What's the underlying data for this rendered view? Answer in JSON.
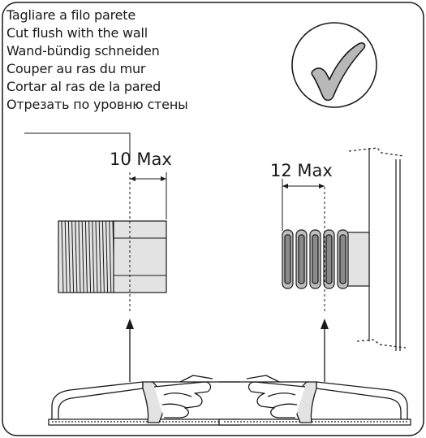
{
  "instructions": [
    "Tagliare a filo parete",
    "Cut flush with the wall",
    "Wand-bündig schneiden",
    "Couper au ras du mur",
    "Cortar al ras de la pared",
    "Отрезать по уровню стены"
  ],
  "left_detail": {
    "dimension_label": "10 Max"
  },
  "right_detail": {
    "dimension_label": "12 Max"
  },
  "icons": {
    "approval": "check-mark-icon",
    "tool": "hacksaw-icon"
  },
  "colors": {
    "line": "#1a1a1a",
    "fill_light": "#e3e3e3",
    "fill_mid": "#bdbdbd",
    "fill_dark": "#8a8a8a",
    "background": "#ffffff"
  }
}
